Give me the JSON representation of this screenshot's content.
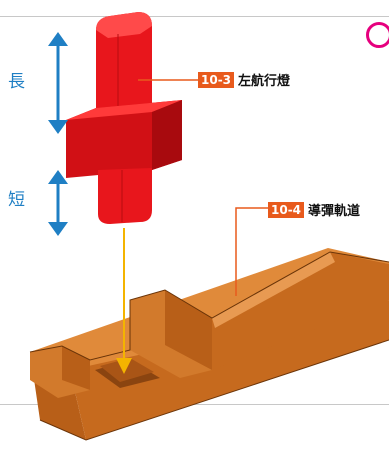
{
  "labels": {
    "long": "長",
    "short": "短"
  },
  "callouts": [
    {
      "number": "10-3",
      "text": "左航行燈"
    },
    {
      "number": "10-4",
      "text": "導彈軌道"
    }
  ],
  "colors": {
    "red_part": "#e8161c",
    "rail_part": "#c66a1e",
    "arrow_blue": "#1f7fc4",
    "arrow_yellow": "#f4b400",
    "callout_badge": "#e85a1c",
    "corner_badge": "#e6007e"
  }
}
